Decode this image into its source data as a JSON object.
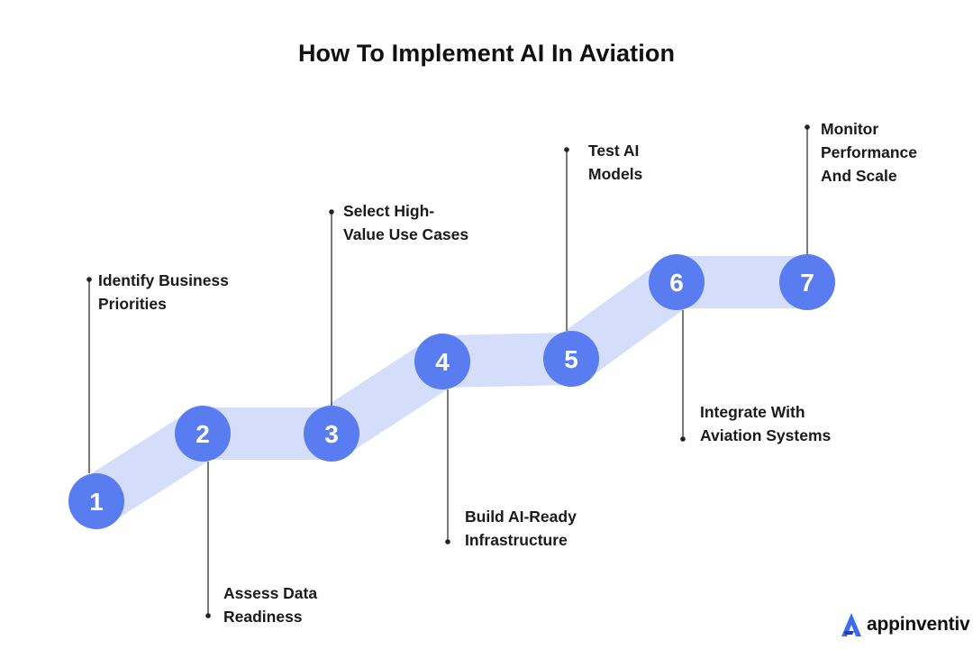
{
  "title": "How To Implement AI In Aviation",
  "colors": {
    "circle": "#5A7CF1",
    "band": "#D4DEFB",
    "connector": "#222222",
    "text": "#1a1a1a",
    "brand": "#3C6CF0"
  },
  "steps": [
    {
      "number": "1",
      "label": [
        "Identify Business",
        "Priorities"
      ]
    },
    {
      "number": "2",
      "label": [
        "Assess Data",
        "Readiness"
      ]
    },
    {
      "number": "3",
      "label": [
        "Select High-",
        "Value Use Cases"
      ]
    },
    {
      "number": "4",
      "label": [
        "Build AI-Ready",
        "Infrastructure"
      ]
    },
    {
      "number": "5",
      "label": [
        "Test AI",
        "Models"
      ]
    },
    {
      "number": "6",
      "label": [
        "Integrate With",
        "Aviation Systems"
      ]
    },
    {
      "number": "7",
      "label": [
        "Monitor",
        "Performance",
        "And Scale"
      ]
    }
  ],
  "brand": {
    "name": "appinventiv",
    "icon": "appinventiv-logo-icon"
  }
}
